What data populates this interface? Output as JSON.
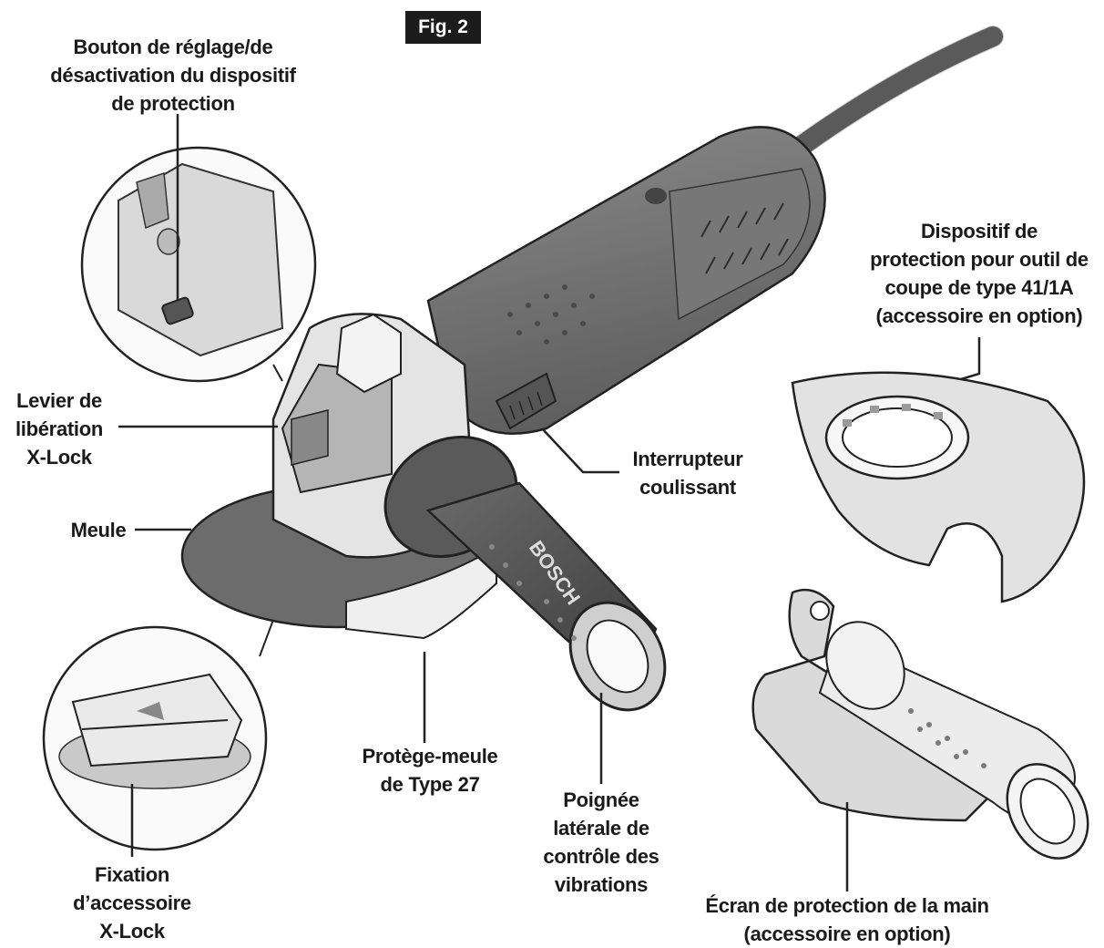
{
  "figure_label": "Fig. 2",
  "labels": {
    "guard_button": [
      "Bouton de réglage/de",
      "désactivation du dispositif",
      "de protection"
    ],
    "release_lever": [
      "Levier de",
      "libération",
      "X-Lock"
    ],
    "wheel": [
      "Meule"
    ],
    "accessory_mount": [
      "Fixation",
      "d’accessoire",
      "X-Lock"
    ],
    "wheel_guard": [
      "Protège-meule",
      "de Type 27"
    ],
    "side_handle": [
      "Poignée",
      "latérale de",
      "contrôle des",
      "vibrations"
    ],
    "slide_switch": [
      "Interrupteur",
      "coulissant"
    ],
    "cutting_guard": [
      "Dispositif de",
      "protection pour outil de",
      "coupe de type 41/1A",
      "(accessoire en option)"
    ],
    "hand_shield": [
      "Écran de protection de la main",
      "(accessoire en option)"
    ]
  },
  "brand_mark": "BOSCH"
}
